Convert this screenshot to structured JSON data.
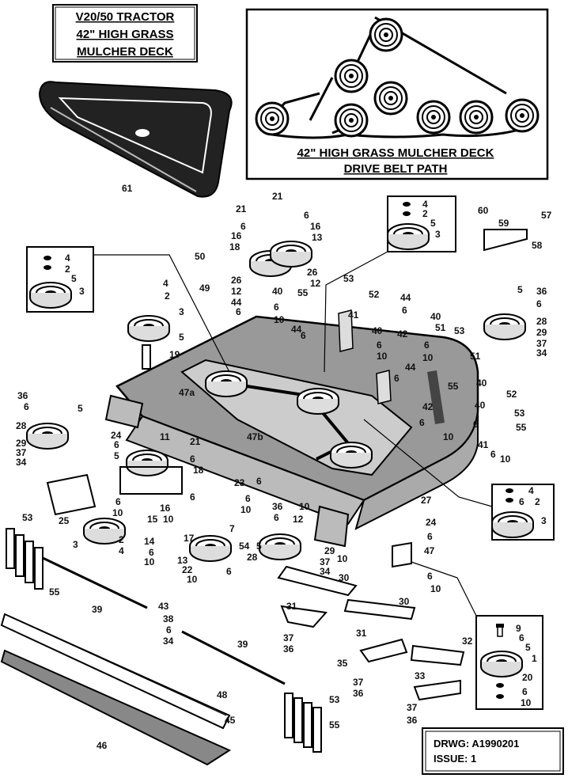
{
  "title": {
    "line1": "V20/50 TRACTOR",
    "line2": "42\" HIGH GRASS",
    "line3": "MULCHER DECK"
  },
  "belt_path": {
    "line1": "42\" HIGH GRASS MULCHER DECK",
    "line2": "DRIVE BELT PATH"
  },
  "drawing_ref": {
    "drwg": "DRWG: A1990201",
    "issue": "ISSUE: 1"
  },
  "callouts": {
    "c61": "61",
    "c21a": "21",
    "c21b": "21",
    "c6a": "6",
    "c16a": "16",
    "c16b": "16",
    "c13a": "13",
    "c50": "50",
    "c18a": "18",
    "c12a": "12",
    "c12b": "12",
    "c26a": "26",
    "c26b": "26",
    "c44a": "44",
    "c6b": "6",
    "c40a": "40",
    "c55a": "55",
    "c10a": "10",
    "c53a": "53",
    "c52a": "52",
    "c41a": "41",
    "c44b": "44",
    "c6c": "6",
    "c40b": "40",
    "c51a": "51",
    "c42a": "42",
    "c53b": "53",
    "c40c": "40",
    "c4a": "4",
    "c2a": "2",
    "c5a": "5",
    "c3a": "3",
    "c60": "60",
    "c59": "59",
    "c57": "57",
    "c58": "58",
    "c4b": "4",
    "c2b": "2",
    "c5b": "5",
    "c3b": "3",
    "c4c": "4",
    "c2c": "2",
    "c49": "49",
    "c3c": "3",
    "c5c": "5",
    "c19": "19",
    "c47a": "47a",
    "c47b": "47b",
    "c5d": "5",
    "c36a": "36",
    "c6d": "6",
    "c28a": "28",
    "c29a": "29",
    "c37a": "37",
    "c34a": "34",
    "c51b": "51",
    "c44c": "44",
    "c6e": "6",
    "c55b": "55",
    "c42b": "42",
    "c6f": "6",
    "c40d": "40",
    "c52b": "52",
    "c40e": "40",
    "c53c": "53",
    "c55c": "55",
    "c10b": "10",
    "c6g": "6",
    "c41b": "41",
    "c6h": "6",
    "c10c": "10",
    "c36b": "36",
    "c6i": "6",
    "c5e": "5",
    "c28b": "28",
    "c29b": "29",
    "c37b": "37",
    "c34b": "34",
    "c24a": "24",
    "c6j": "6",
    "c5f": "5",
    "c11": "11",
    "c21c": "21",
    "c6k": "6",
    "c18b": "18",
    "c25": "25",
    "c23": "23",
    "c6l": "6",
    "c6m": "6",
    "c10d": "10",
    "c36c": "36",
    "c10e": "10",
    "c6n": "6",
    "c12c": "12",
    "c10f": "10",
    "c15": "15",
    "c16c": "16",
    "c10g": "10",
    "c7": "7",
    "c17": "17",
    "c54": "54",
    "c5g": "5",
    "c3d": "3",
    "c2d": "2",
    "c4d": "4",
    "c14": "14",
    "c6o": "6",
    "c10h": "10",
    "c13b": "13",
    "c22": "22",
    "c6p": "6",
    "c10i": "10",
    "c28c": "28",
    "c29c": "29",
    "c37c": "37",
    "c34c": "34",
    "c53d": "53",
    "c55d": "55",
    "c39a": "39",
    "c43": "43",
    "c38": "38",
    "c6q": "6",
    "c34d": "34",
    "c39b": "39",
    "c27": "27",
    "c24b": "24",
    "c6r": "6",
    "c10j": "10",
    "c47c": "47",
    "c6s": "6",
    "c10k": "10",
    "c30a": "30",
    "c30b": "30",
    "c31a": "31",
    "c31b": "31",
    "c37d": "37",
    "c36d": "36",
    "c35": "35",
    "c37e": "37",
    "c36e": "36",
    "c32": "32",
    "c33": "33",
    "c37f": "37",
    "c36f": "36",
    "c4e": "4",
    "c6t": "6",
    "c2e": "2",
    "c3e": "3",
    "c9": "9",
    "c6u": "6",
    "c5h": "5",
    "c1": "1",
    "c20": "20",
    "c6v": "6",
    "c10l": "10",
    "c48": "48",
    "c45": "45",
    "c46": "46",
    "c53e": "53",
    "c55e": "55"
  }
}
